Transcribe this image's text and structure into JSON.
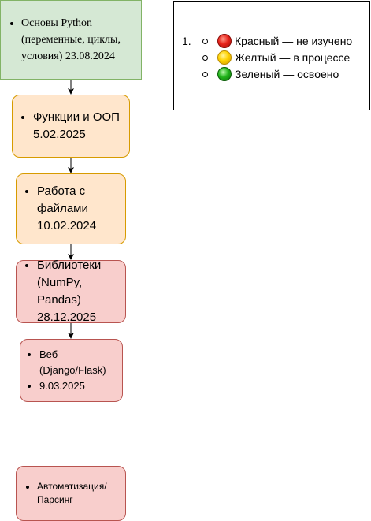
{
  "nodes": {
    "python_basics": "Основы Python (переменные, циклы, условия) 23.08.2024",
    "functions_oop": "Функции и ООП 5.02.2025",
    "files": "Работа с файлами 10.02.2024",
    "libraries": "Библиотеки (NumPy, Pandas) 28.12.2025",
    "web_item_1": "Веб (Django/Flask)",
    "web_item_2": "9.03.2025",
    "automation": "Автоматизация/Парсинг"
  },
  "legend": {
    "number": "1.",
    "items": [
      {
        "icon": "red-circle-icon",
        "label": "Красный — не изучено",
        "color": "#e8231b"
      },
      {
        "icon": "yellow-circle-icon",
        "label": "Желтый — в процессе",
        "color": "#ffd200"
      },
      {
        "icon": "green-circle-icon",
        "label": "Зеленый — освоено",
        "color": "#22b51a"
      }
    ]
  },
  "colors": {
    "green_fill": "#d5e8d4",
    "green_border": "#82b366",
    "orange_fill": "#ffe6cc",
    "orange_border": "#d79b00",
    "red_fill": "#f8cecc",
    "red_border": "#b85450"
  }
}
